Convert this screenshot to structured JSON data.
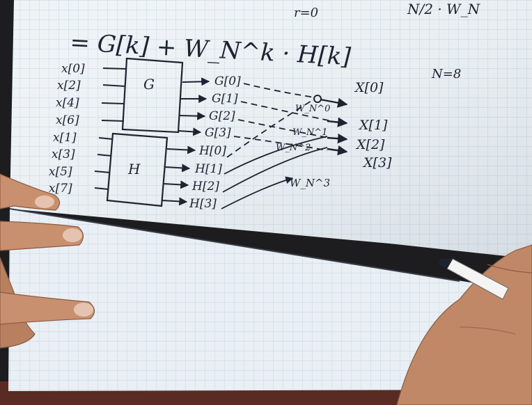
{
  "notes": {
    "top_formula": "r=0",
    "top_right_fragment": "N/2 · W_N",
    "main_equation": "= G[k] + W_N^k · H[k]",
    "n_value": "N=8",
    "inputs": [
      "x[0]",
      "x[2]",
      "x[4]",
      "x[6]",
      "x[1]",
      "x[3]",
      "x[5]",
      "x[7]"
    ],
    "block_g": "G",
    "block_h": "H",
    "g_outputs": [
      "G[0]",
      "G[1]",
      "G[2]",
      "G[3]"
    ],
    "h_outputs": [
      "H[0]",
      "H[1]",
      "H[2]",
      "H[3]"
    ],
    "twiddles": [
      "W_N^0",
      "W_N^1",
      "W_N^2",
      "W_N^3"
    ],
    "outputs": [
      "X[0]",
      "X[1]",
      "X[2]",
      "X[3]"
    ]
  },
  "colors": {
    "paper": "#eef3f6",
    "grid": "#b9c9dc",
    "ink": "#1f2230",
    "skin": "#c8906e",
    "background": "#1d1d1f"
  }
}
